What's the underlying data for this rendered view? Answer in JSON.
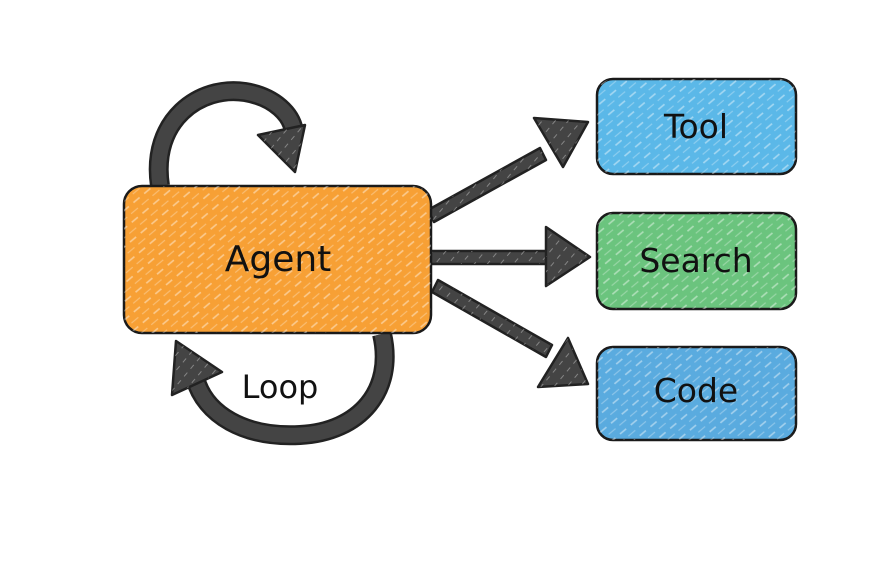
{
  "diagram": {
    "nodes": {
      "agent": {
        "label": "Agent",
        "color": "#F7A035"
      },
      "tool": {
        "label": "Tool",
        "color": "#5BB8E8"
      },
      "search": {
        "label": "Search",
        "color": "#6BC47E"
      },
      "code": {
        "label": "Code",
        "color": "#5AABDF"
      }
    },
    "loop_label": "Loop",
    "arrow_color": "#444444",
    "edges": [
      {
        "from": "agent",
        "to": "tool"
      },
      {
        "from": "agent",
        "to": "search"
      },
      {
        "from": "agent",
        "to": "code"
      },
      {
        "from": "agent",
        "to": "agent",
        "label": "Loop"
      }
    ]
  }
}
